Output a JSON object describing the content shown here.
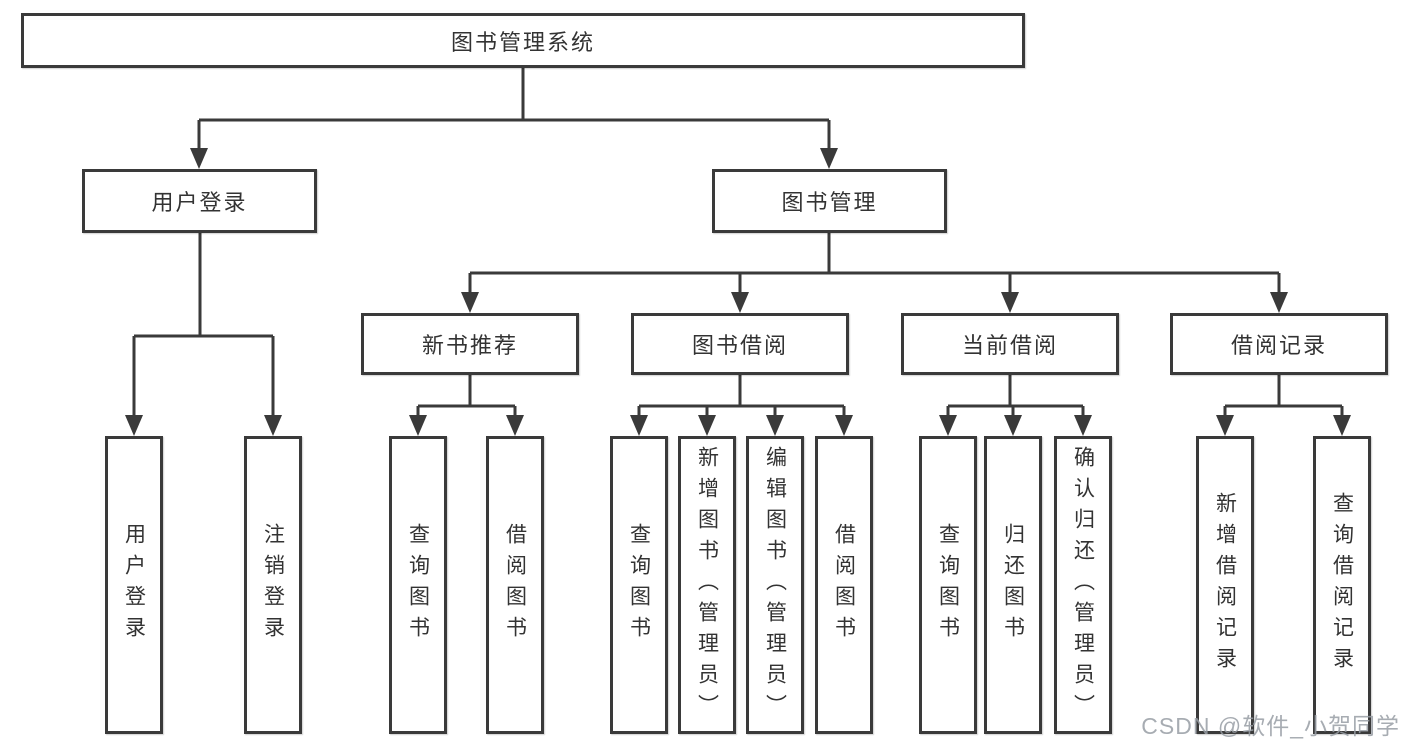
{
  "diagram": {
    "watermark": "CSDN @软件_小贺同学",
    "colors": {
      "line": "#3a3a3a",
      "box_border": "#3a3a3a",
      "box_fill": "#ffffff",
      "text": "#333333",
      "watermark": "#989ea5",
      "background": "#ffffff"
    },
    "tree": {
      "root": {
        "label": "图书管理系统"
      },
      "branches": [
        {
          "label": "用户登录",
          "children": [
            {
              "label": "用户登录"
            },
            {
              "label": "注销登录"
            }
          ]
        },
        {
          "label": "图书管理",
          "children": [
            {
              "label": "新书推荐",
              "children": [
                {
                  "label": "查询图书"
                },
                {
                  "label": "借阅图书"
                }
              ]
            },
            {
              "label": "图书借阅",
              "children": [
                {
                  "label": "查询图书"
                },
                {
                  "label": "新增图书（管理员）"
                },
                {
                  "label": "编辑图书（管理员）"
                },
                {
                  "label": "借阅图书"
                }
              ]
            },
            {
              "label": "当前借阅",
              "children": [
                {
                  "label": "查询图书"
                },
                {
                  "label": "归还图书"
                },
                {
                  "label": "确认归还（管理员）"
                }
              ]
            },
            {
              "label": "借阅记录",
              "children": [
                {
                  "label": "新增借阅记录"
                },
                {
                  "label": "查询借阅记录"
                }
              ]
            }
          ]
        }
      ]
    }
  }
}
